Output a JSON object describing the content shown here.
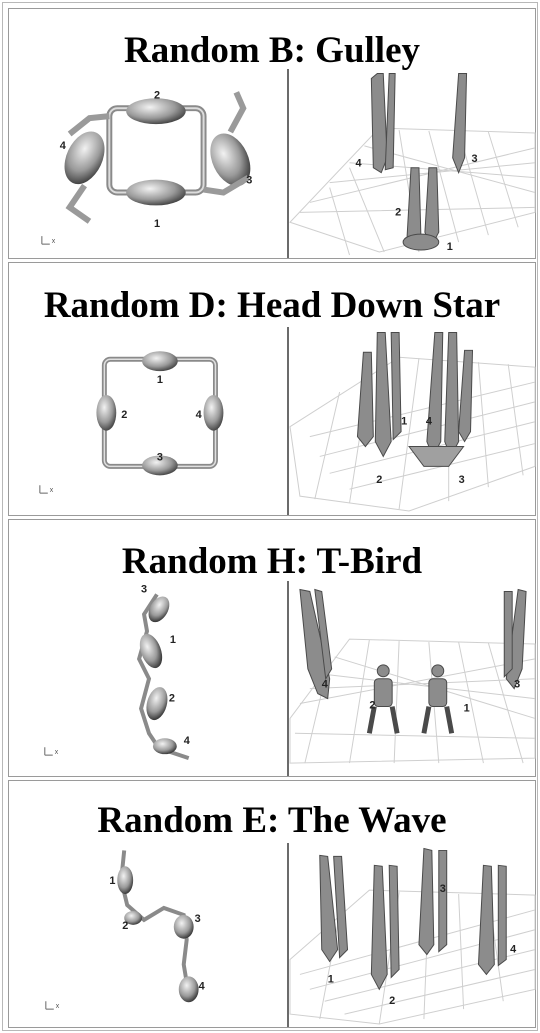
{
  "panels": [
    {
      "title": "Random B: Gulley",
      "left_labels": [
        "1",
        "2",
        "3",
        "4"
      ],
      "right_labels": [
        "1",
        "2",
        "3",
        "4"
      ]
    },
    {
      "title": "Random D: Head Down Star",
      "left_labels": [
        "1",
        "2",
        "3",
        "4"
      ],
      "right_labels": [
        "1",
        "2",
        "3",
        "4"
      ]
    },
    {
      "title": "Random H: T-Bird",
      "left_labels": [
        "1",
        "2",
        "3",
        "4"
      ],
      "right_labels": [
        "1",
        "2",
        "3",
        "4"
      ]
    },
    {
      "title": "Random E: The Wave",
      "left_labels": [
        "1",
        "2",
        "3",
        "4"
      ],
      "right_labels": [
        "1",
        "2",
        "3",
        "4"
      ]
    }
  ],
  "axis_label": "x"
}
